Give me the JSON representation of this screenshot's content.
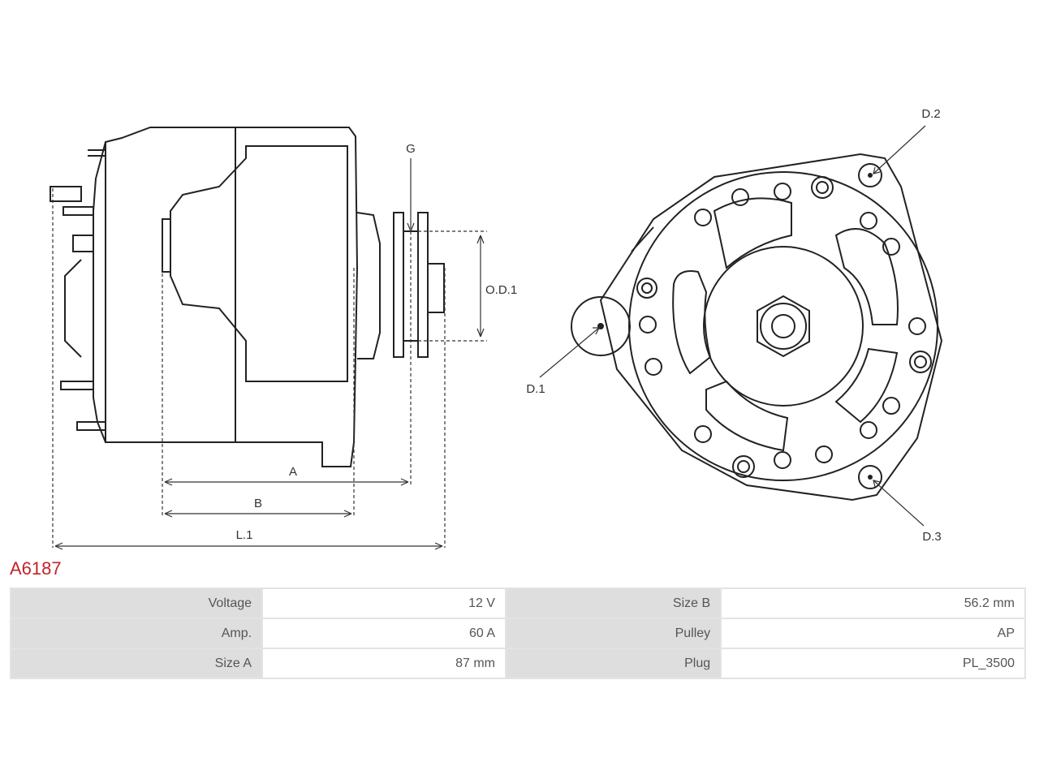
{
  "part_number": "A6187",
  "dimension_labels": {
    "g": "G",
    "od1": "O.D.1",
    "a": "A",
    "b": "B",
    "l1": "L.1",
    "d1": "D.1",
    "d2": "D.2",
    "d3": "D.3"
  },
  "specs": [
    {
      "label": "Voltage",
      "value": "12 V",
      "label2": "Size B",
      "value2": "56.2 mm"
    },
    {
      "label": "Amp.",
      "value": "60 A",
      "label2": "Pulley",
      "value2": "AP"
    },
    {
      "label": "Size A",
      "value": "87 mm",
      "label2": "Plug",
      "value2": "PL_3500"
    }
  ],
  "colors": {
    "part_number": "#c0242b",
    "line": "#222222",
    "table_label_bg": "#dedede"
  }
}
